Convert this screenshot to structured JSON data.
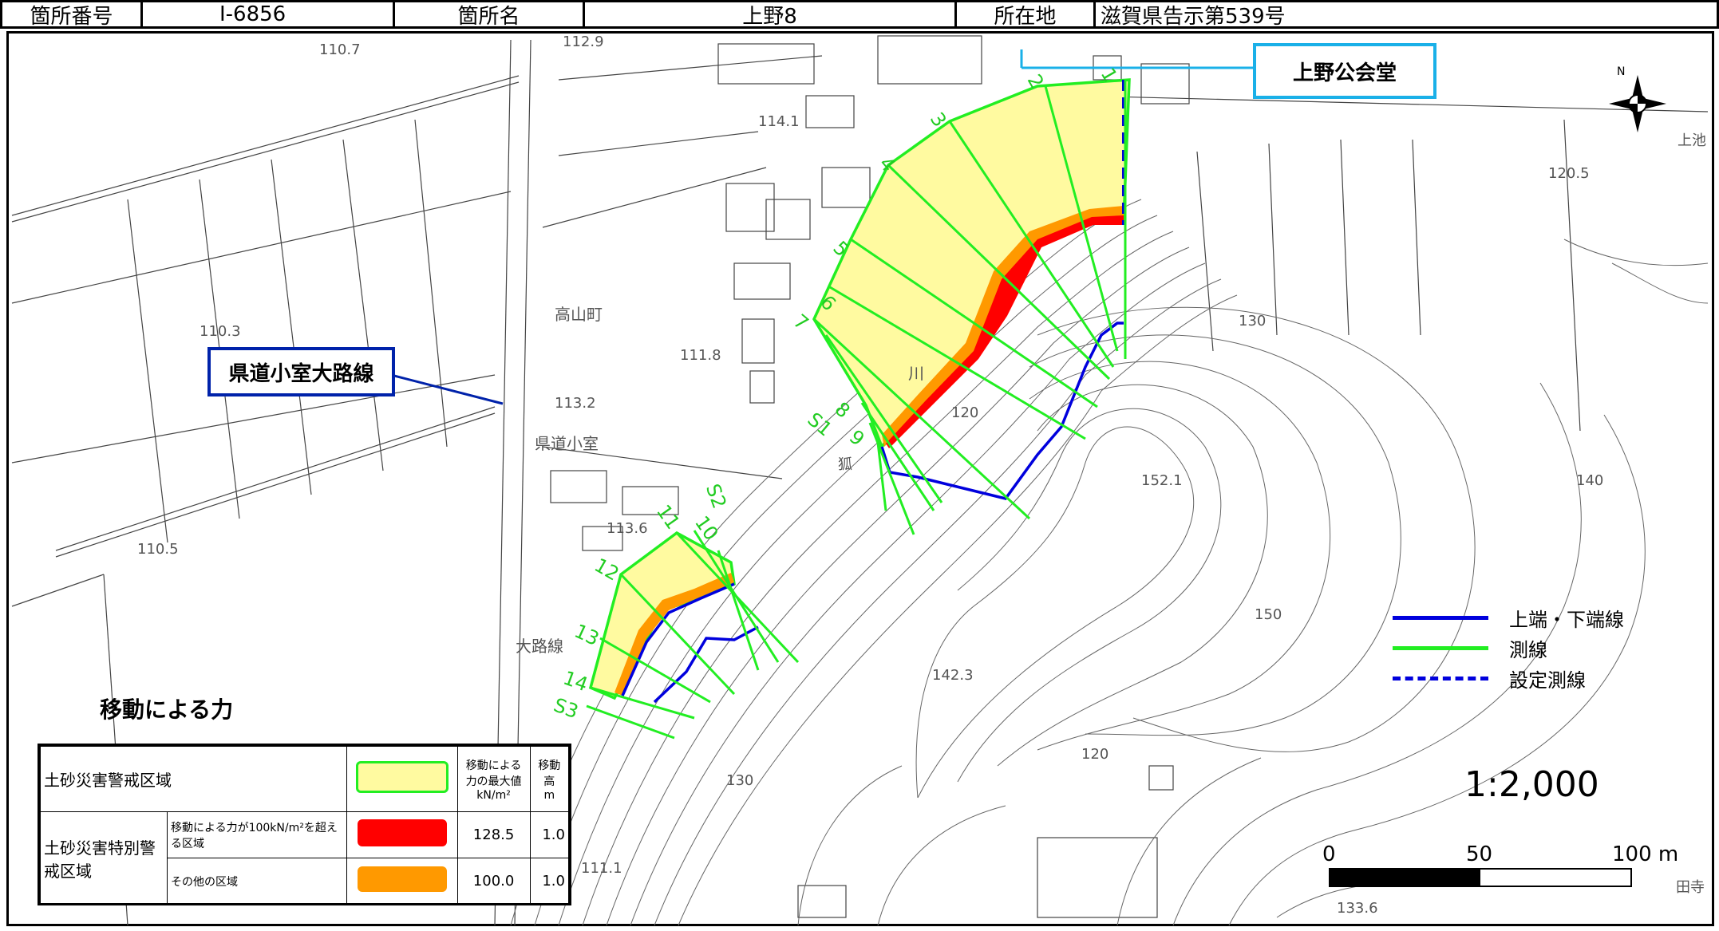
{
  "header": {
    "cells": [
      {
        "text": "箇所番号"
      },
      {
        "text": "Ⅰ-6856"
      },
      {
        "text": "箇所名"
      },
      {
        "text": "上野8"
      },
      {
        "text": "所在地"
      },
      {
        "text": "滋賀県告示第539号"
      }
    ]
  },
  "map_labels": {
    "elev_110_7": "110.7",
    "elev_112_9": "112.9",
    "elev_114_1": "114.1",
    "elev_110_3": "110.3",
    "elev_111_8": "111.8",
    "elev_113_2": "113.2",
    "elev_113_6": "113.6",
    "elev_110_5": "110.5",
    "elev_120_5": "120.5",
    "elev_130a": "130",
    "elev_120a": "120",
    "elev_152_1": "152.1",
    "elev_140": "140",
    "elev_150": "150",
    "elev_142_3": "142.3",
    "elev_120b": "120",
    "elev_130b": "130",
    "elev_111_1": "111.1",
    "elev_133_6": "133.6",
    "takayama": "高山町",
    "kendo_komuro": "県道小室",
    "oji_sen": "大路線",
    "kawa": "川",
    "kitsune": "狐",
    "ue_ike": "上池",
    "ta": "田寺"
  },
  "callouts": {
    "community_hall": "上野公会堂",
    "prefectural_road": "県道小室大路線"
  },
  "survey_lines": {
    "labels": [
      "1",
      "2",
      "3",
      "4",
      "5",
      "6",
      "7",
      "8",
      "9",
      "S1",
      "S2",
      "10",
      "11",
      "12",
      "13",
      "14",
      "S3"
    ]
  },
  "force_title": "移動による力",
  "legend_table": {
    "warning_area": "土砂災害警戒区域",
    "col_force": "移動による力の最大値",
    "col_force_unit": "kN/m²",
    "col_height": "移動高",
    "col_height_unit": "m",
    "special_area": "土砂災害特別警戒区域",
    "row_exceed_label": "移動による力が100kN/m²を超える区域",
    "row_exceed_force": "128.5",
    "row_exceed_height": "1.0",
    "row_other_label": "その他の区域",
    "row_other_force": "100.0",
    "row_other_height": "1.0"
  },
  "right_legend": {
    "boundary": "上端・下端線",
    "survey": "測線",
    "set_survey": "設定測線"
  },
  "scale": {
    "ratio": "1:2,000",
    "tick0": "0",
    "tick50": "50",
    "tick100": "100 m"
  },
  "north": "N",
  "colors": {
    "warning_fill": "#fffaa0",
    "warning_stroke": "#22ee22",
    "red": "#ff0000",
    "orange": "#ff9900",
    "blue": "#0000dd",
    "callout_cyan": "#1ab0e8",
    "callout_navy": "#0022aa"
  }
}
